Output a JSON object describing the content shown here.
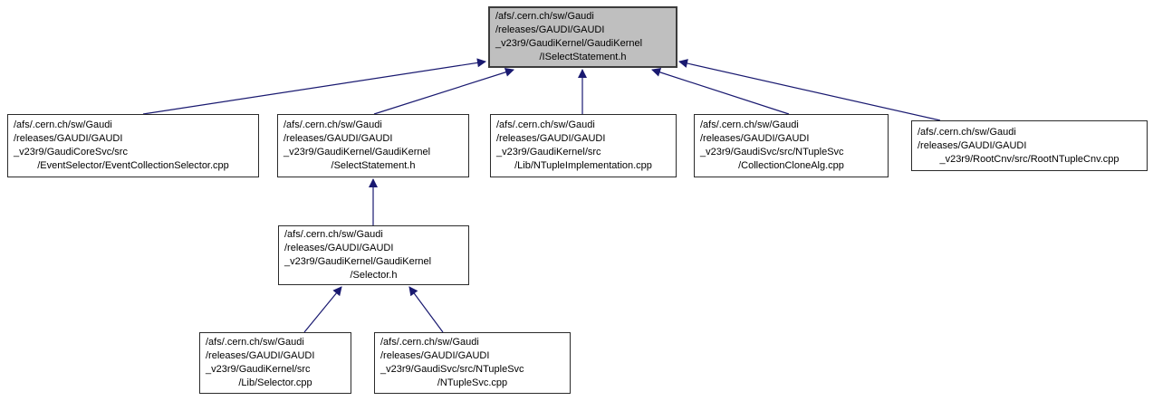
{
  "diagram": {
    "type": "include-dependency-graph",
    "colors": {
      "edge": "#191970",
      "node_fill": "#ffffff",
      "root_fill": "#bfbfbf",
      "border": "#2b2b2b",
      "text": "#000000",
      "background": "#ffffff"
    },
    "nodes": [
      {
        "id": "iselectstatement_h",
        "is_root": true,
        "lines": [
          "/afs/.cern.ch/sw/Gaudi",
          "/releases/GAUDI/GAUDI",
          "_v23r9/GaudiKernel/GaudiKernel",
          "/ISelectStatement.h"
        ]
      },
      {
        "id": "eventcollectionselector_cpp",
        "is_root": false,
        "lines": [
          "/afs/.cern.ch/sw/Gaudi",
          "/releases/GAUDI/GAUDI",
          "_v23r9/GaudiCoreSvc/src",
          "/EventSelector/EventCollectionSelector.cpp"
        ]
      },
      {
        "id": "selectstatement_h",
        "is_root": false,
        "lines": [
          "/afs/.cern.ch/sw/Gaudi",
          "/releases/GAUDI/GAUDI",
          "_v23r9/GaudiKernel/GaudiKernel",
          "/SelectStatement.h"
        ]
      },
      {
        "id": "ntupleimplementation_cpp",
        "is_root": false,
        "lines": [
          "/afs/.cern.ch/sw/Gaudi",
          "/releases/GAUDI/GAUDI",
          "_v23r9/GaudiKernel/src",
          "/Lib/NTupleImplementation.cpp"
        ]
      },
      {
        "id": "collectionclonealg_cpp",
        "is_root": false,
        "lines": [
          "/afs/.cern.ch/sw/Gaudi",
          "/releases/GAUDI/GAUDI",
          "_v23r9/GaudiSvc/src/NTupleSvc",
          "/CollectionCloneAlg.cpp"
        ]
      },
      {
        "id": "rootntuplecnv_cpp",
        "is_root": false,
        "lines": [
          "/afs/.cern.ch/sw/Gaudi",
          "/releases/GAUDI/GAUDI",
          "_v23r9/RootCnv/src/RootNTupleCnv.cpp"
        ]
      },
      {
        "id": "selector_h",
        "is_root": false,
        "lines": [
          "/afs/.cern.ch/sw/Gaudi",
          "/releases/GAUDI/GAUDI",
          "_v23r9/GaudiKernel/GaudiKernel",
          "/Selector.h"
        ]
      },
      {
        "id": "selector_cpp",
        "is_root": false,
        "lines": [
          "/afs/.cern.ch/sw/Gaudi",
          "/releases/GAUDI/GAUDI",
          "_v23r9/GaudiKernel/src",
          "/Lib/Selector.cpp"
        ]
      },
      {
        "id": "ntuplesvc_cpp",
        "is_root": false,
        "lines": [
          "/afs/.cern.ch/sw/Gaudi",
          "/releases/GAUDI/GAUDI",
          "_v23r9/GaudiSvc/src/NTupleSvc",
          "/NTupleSvc.cpp"
        ]
      }
    ],
    "edges": [
      {
        "from": "eventcollectionselector_cpp",
        "to": "iselectstatement_h"
      },
      {
        "from": "selectstatement_h",
        "to": "iselectstatement_h"
      },
      {
        "from": "ntupleimplementation_cpp",
        "to": "iselectstatement_h"
      },
      {
        "from": "collectionclonealg_cpp",
        "to": "iselectstatement_h"
      },
      {
        "from": "rootntuplecnv_cpp",
        "to": "iselectstatement_h"
      },
      {
        "from": "selector_h",
        "to": "selectstatement_h"
      },
      {
        "from": "selector_cpp",
        "to": "selector_h"
      },
      {
        "from": "ntuplesvc_cpp",
        "to": "selector_h"
      }
    ]
  }
}
